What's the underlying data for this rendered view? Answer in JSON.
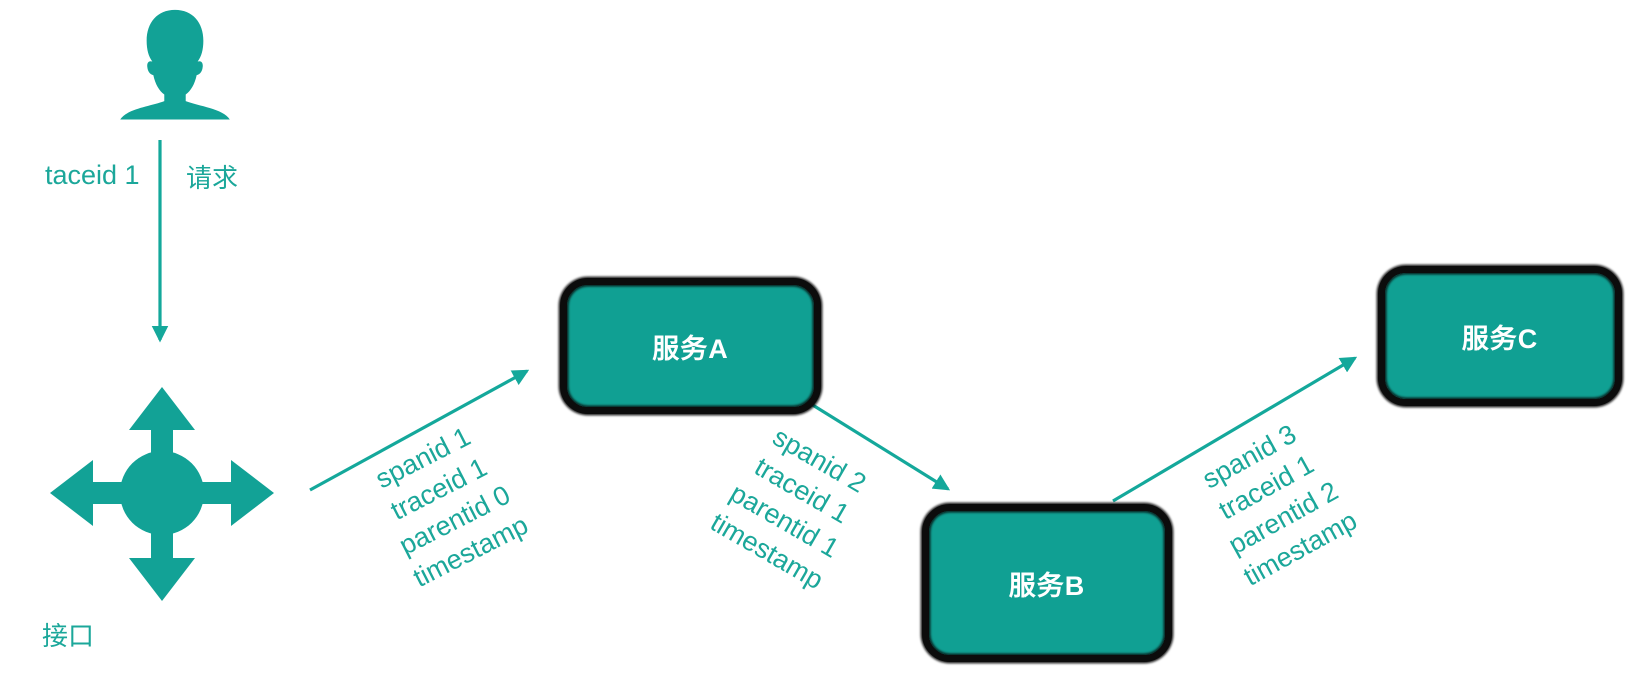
{
  "title": "distributed-trace-diagram",
  "colors": {
    "teal_shape": "#12a296",
    "teal_text": "#1ba79a",
    "box_fill": "#10a093",
    "box_border": "#0c0c0c",
    "box_text": "#ffffff",
    "background": "#ffffff"
  },
  "icons": {
    "user": "user-silhouette-icon",
    "interface": "move-cross-icon"
  },
  "user_flow": {
    "trace_label": "taceid 1",
    "request_label": "请求",
    "interface_label": "接口"
  },
  "services": [
    {
      "id": "A",
      "label": "服务A"
    },
    {
      "id": "B",
      "label": "服务B"
    },
    {
      "id": "C",
      "label": "服务C"
    }
  ],
  "spans": [
    {
      "from": "interface",
      "to": "service-a",
      "lines": [
        "spanid 1",
        "traceid 1",
        "parentid 0",
        "timestamp"
      ]
    },
    {
      "from": "service-a",
      "to": "service-b",
      "lines": [
        "spanid 2",
        "traceid 1",
        "parentid 1",
        "timestamp"
      ]
    },
    {
      "from": "service-b",
      "to": "service-c",
      "lines": [
        "spanid 3",
        "traceid 1",
        "parentid 2",
        "timestamp"
      ]
    }
  ]
}
